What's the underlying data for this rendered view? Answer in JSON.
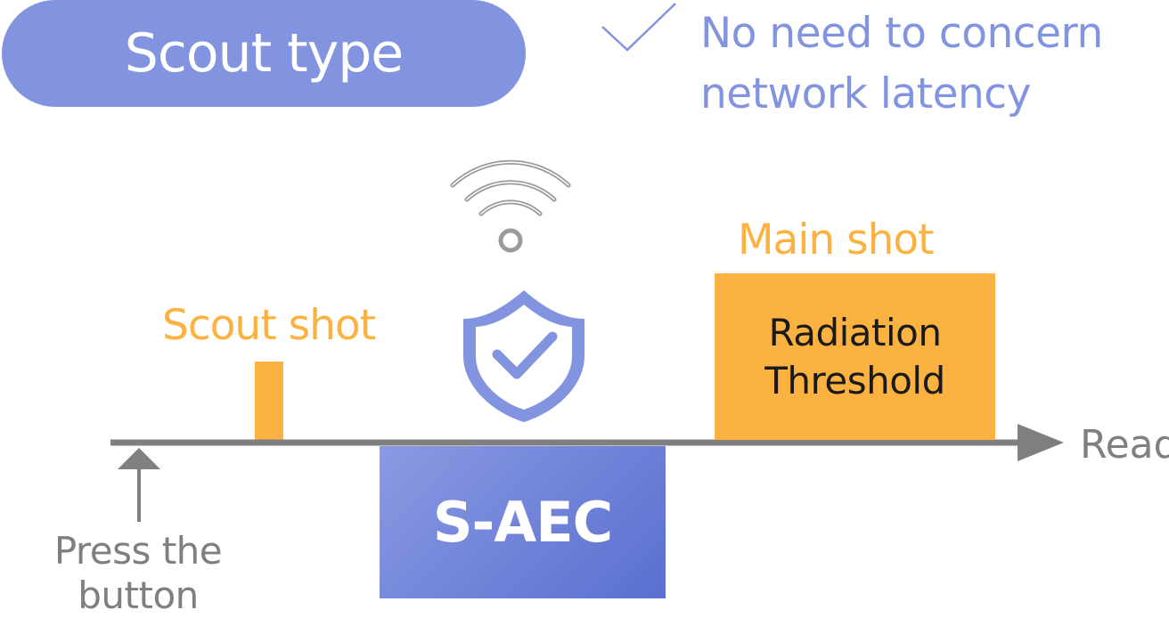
{
  "header": {
    "type_label": "Scout type",
    "benefit_line1": "No need to concern",
    "benefit_line2": "network latency"
  },
  "timeline": {
    "scout_shot_label": "Scout shot",
    "main_shot_label": "Main shot",
    "main_box_line1": "Radiation",
    "main_box_line2": "Threshold",
    "saec_label": "S-AEC",
    "end_label": "Read",
    "press_line1": "Press the",
    "press_line2": "button"
  },
  "icons": {
    "check": "check-icon",
    "wifi": "wifi-icon",
    "shield": "shield-check-icon",
    "up_arrow": "up-arrow-icon",
    "timeline_arrow": "timeline-arrow"
  },
  "colors": {
    "blue": "#8294e0",
    "orange": "#fbb240",
    "gray": "#7f7f7f",
    "gradient_start": "#8a9ae2",
    "gradient_end": "#5a6fd0"
  }
}
